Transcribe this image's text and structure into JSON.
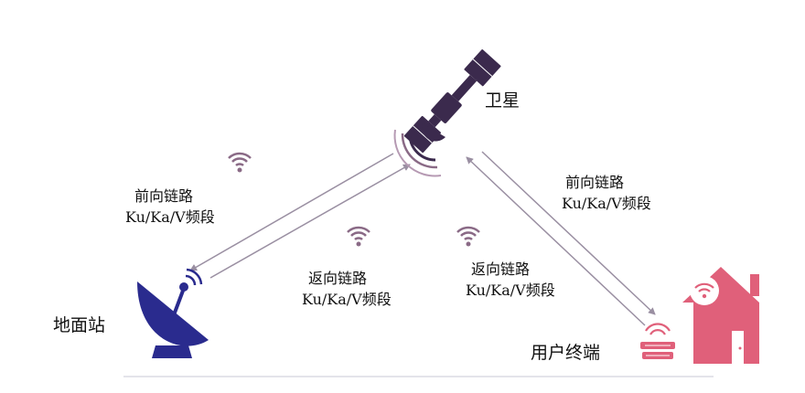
{
  "nodes": {
    "satellite": {
      "label": "卫星"
    },
    "ground_station": {
      "label": "地面站"
    },
    "user_terminal": {
      "label": "用户终端"
    }
  },
  "links": {
    "forward_left": {
      "title": "前向链路",
      "band": "Ku/Ka/V频段"
    },
    "return_left": {
      "title": "返向链路",
      "band": "Ku/Ka/V频段"
    },
    "return_right": {
      "title": "返向链路",
      "band": "Ku/Ka/V频段"
    },
    "forward_right": {
      "title": "前向链路",
      "band": "Ku/Ka/V频段"
    }
  },
  "colors": {
    "satellite": "#3b2a4d",
    "wave": "#8a6a86",
    "dish": "#2a2b8e",
    "house": "#e0607a",
    "terminal": "#e0607a",
    "arrow": "#9a8fa2",
    "floor": "#e4e4ea"
  }
}
